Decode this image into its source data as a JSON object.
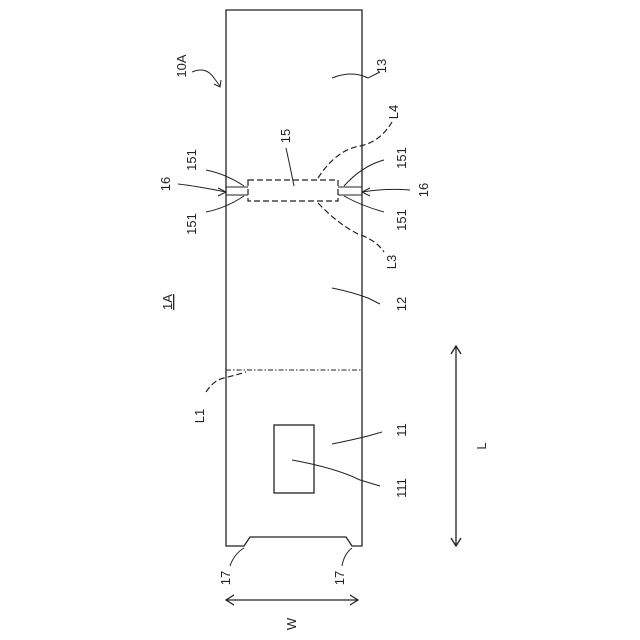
{
  "labels": {
    "figure_ref": "1A",
    "device": "10A",
    "section_13": "13",
    "section_12": "12",
    "section_11": "11",
    "window": "111",
    "part_15": "15",
    "edge_151_top_left": "151",
    "edge_151_bottom_left": "151",
    "edge_151_top_right": "151",
    "edge_151_bottom_right": "151",
    "slit_16_left": "16",
    "slit_16_right": "16",
    "line_L1": "L1",
    "line_L3": "L3",
    "line_L4": "L4",
    "tab_17_left": "17",
    "tab_17_right": "17",
    "dim_W": "W",
    "dim_L": "L"
  }
}
